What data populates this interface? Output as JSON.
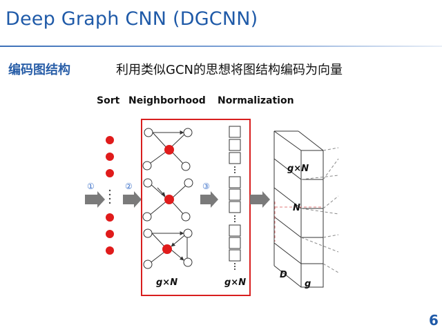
{
  "header": {
    "title": "Deep Graph CNN (DGCNN)"
  },
  "section": {
    "label": "编码图结构",
    "description": "利用类似GCN的思想将图结构编码为向量"
  },
  "diagram": {
    "headers": [
      "Sort",
      "Neighborhood",
      "Normalization"
    ],
    "steps": [
      "①",
      "②",
      "③"
    ],
    "labels": {
      "box_bottom": "g×N",
      "column_bottom": "g×N",
      "block_top": "g×N",
      "block_mid": "N",
      "block_depth": "D",
      "block_width": "g"
    },
    "colors": {
      "node_fill": "#e01b1b",
      "frame": "#d81e1e",
      "arrow": "#7a7a7a",
      "step": "#3a6fc8"
    }
  },
  "footer": {
    "page_number": "6"
  }
}
